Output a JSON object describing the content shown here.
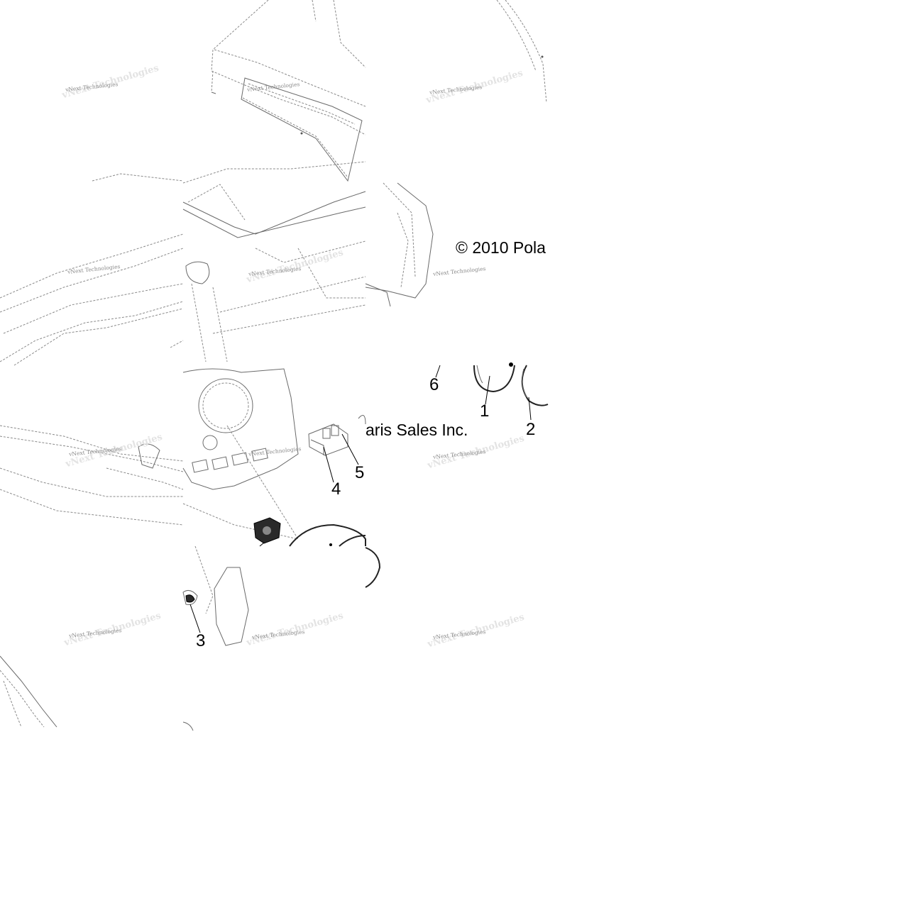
{
  "diagram": {
    "copyright_part1": "© 2010 Pola",
    "copyright_part2": "aris Sales Inc.",
    "callouts": [
      "1",
      "2",
      "3",
      "4",
      "5",
      "6"
    ],
    "watermark": "vNext Technologies",
    "colors": {
      "line": "#6a6a6a",
      "text": "#000000",
      "watermark": "#8a8a8a"
    }
  }
}
